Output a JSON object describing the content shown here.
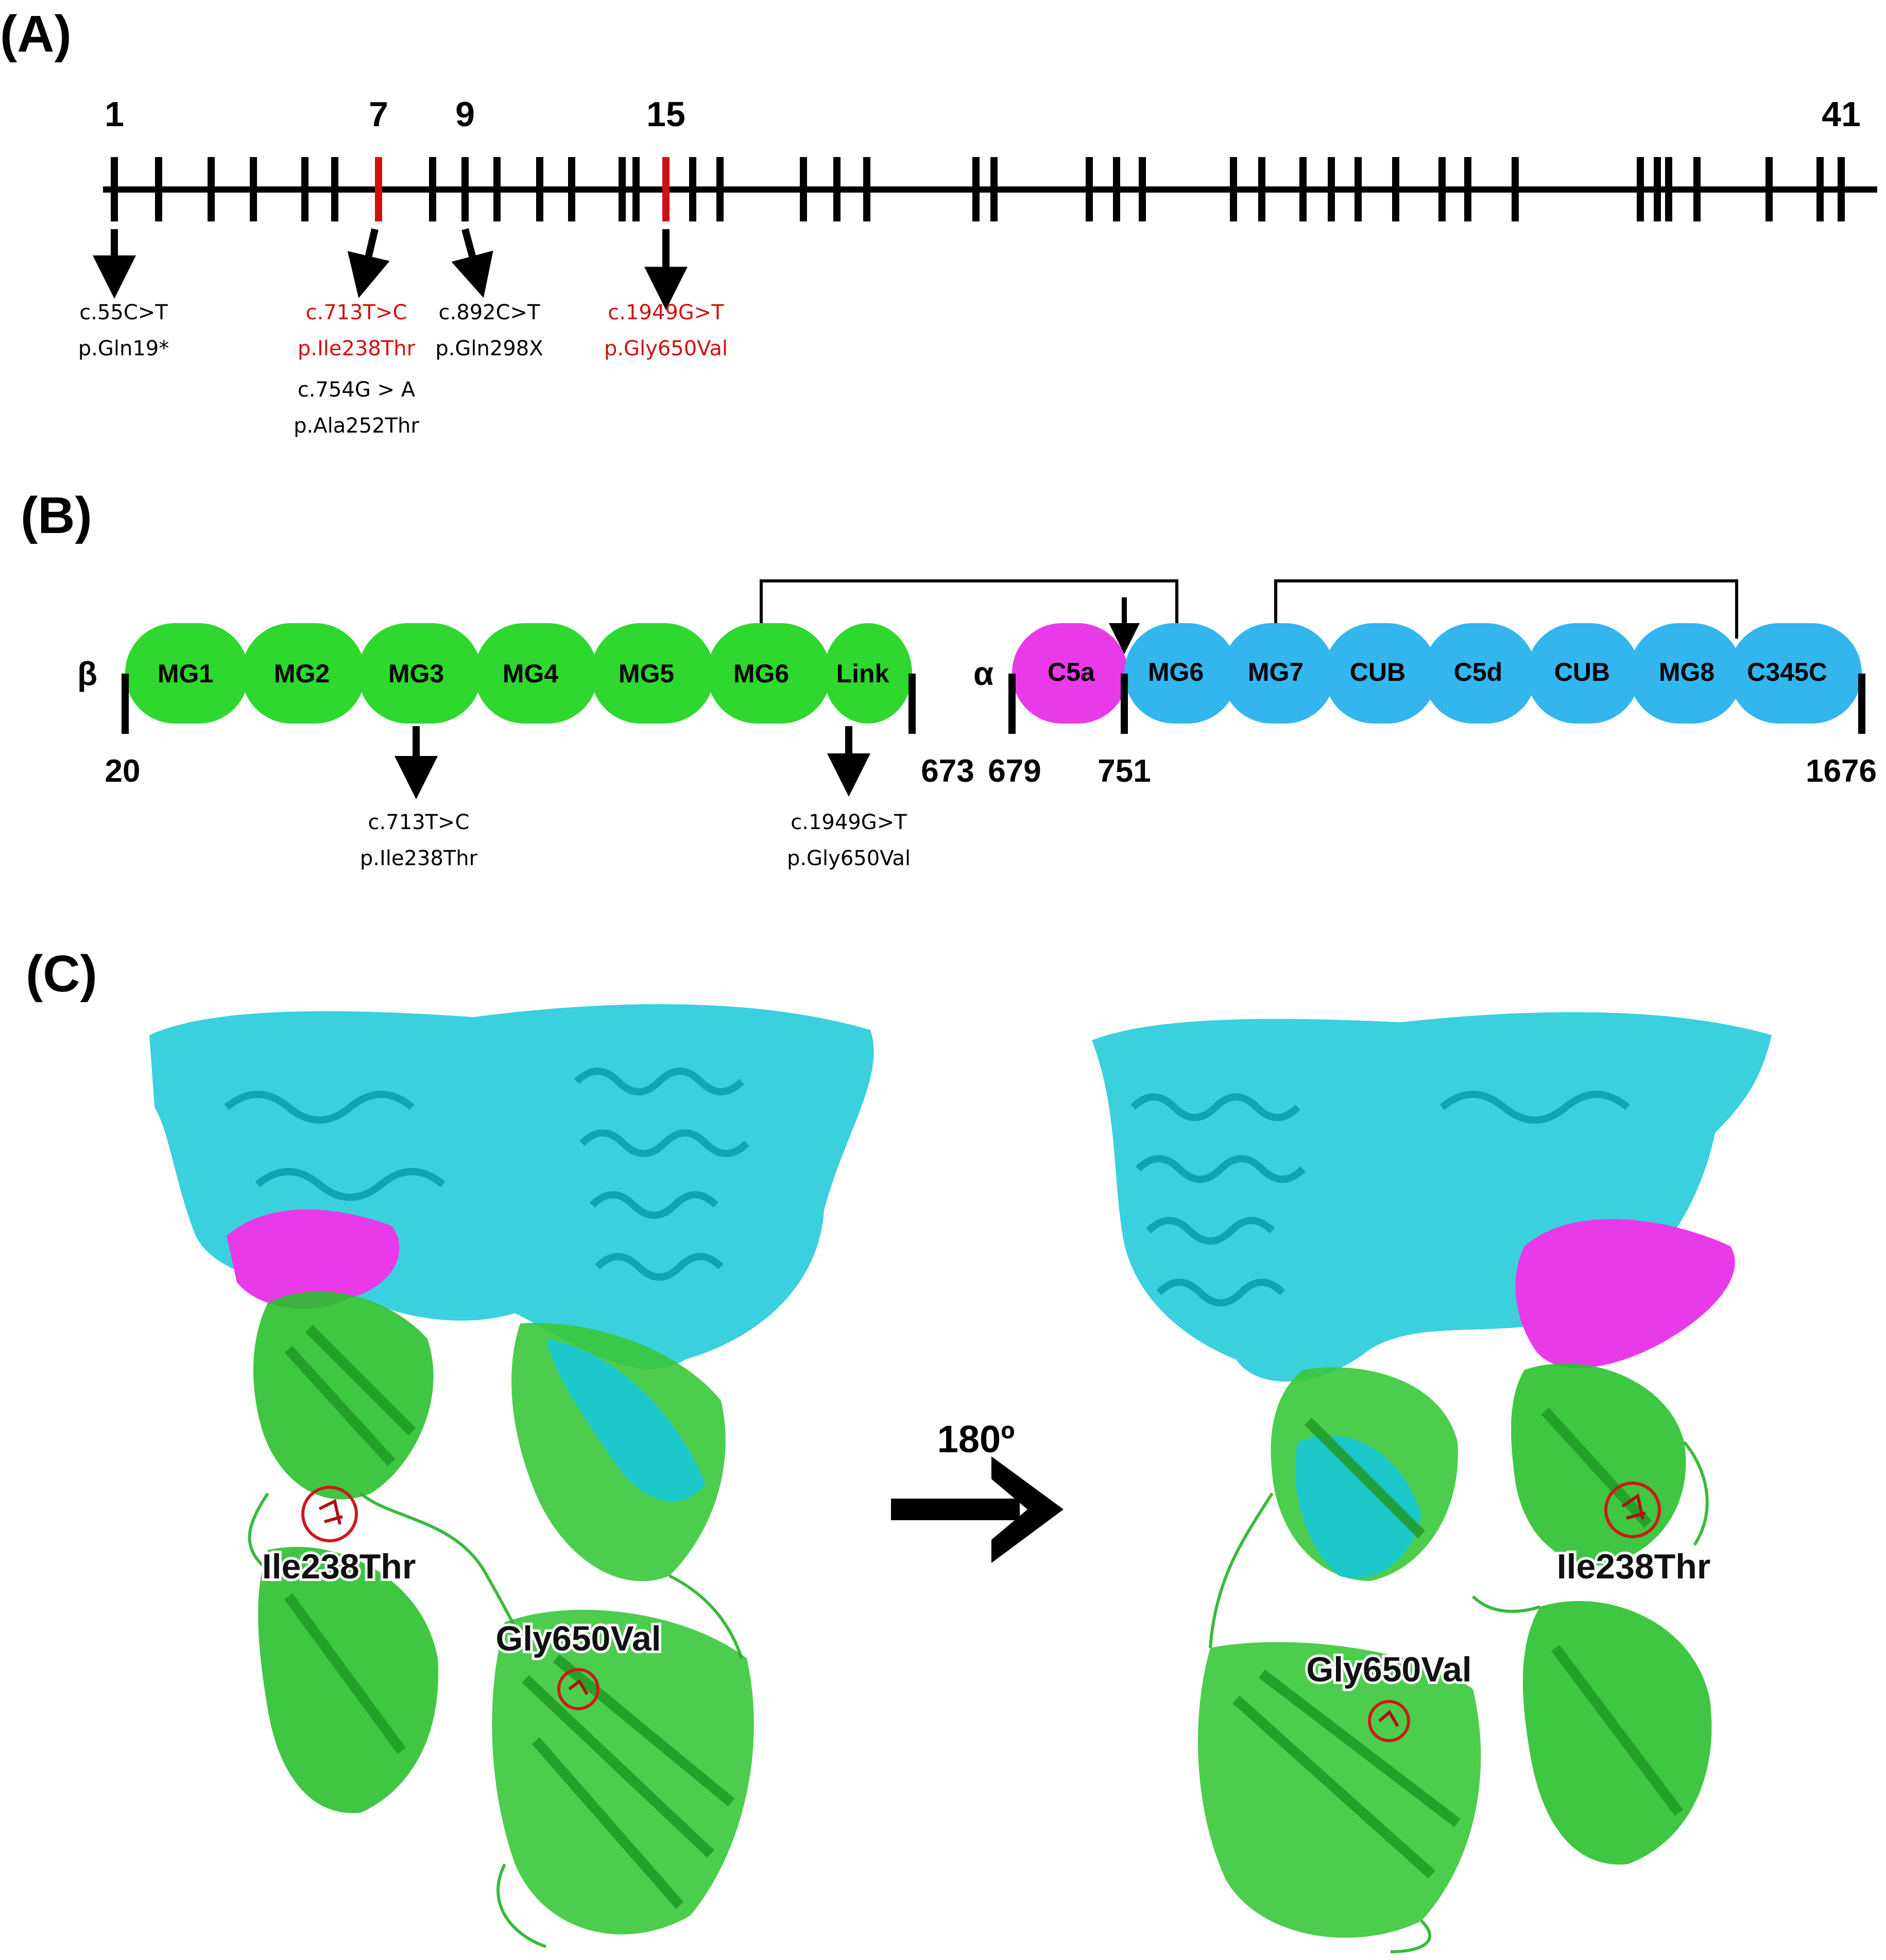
{
  "panels": {
    "a": "(A)",
    "b": "(B)",
    "c": "(C)"
  },
  "colors": {
    "black": "#000000",
    "red": "#d01010",
    "green": "#2ed82e",
    "magenta": "#e83ae8",
    "blue": "#33b5ee",
    "cyan": "#18c8d8",
    "ribbon_green": "#39c83a",
    "dark_green": "#1e9a24",
    "circle_red": "#d01818"
  },
  "gene": {
    "exon_labels": [
      "1",
      "7",
      "9",
      "15",
      "41"
    ],
    "exon_count": 41,
    "highlighted_exons": [
      7,
      15
    ],
    "mutations": [
      {
        "exon": 1,
        "cdna": "c.55C>T",
        "protein": "p.Gln19*",
        "highlight": false
      },
      {
        "exon": 7,
        "cdna": "c.713T>C",
        "protein": "p.Ile238Thr",
        "highlight": true,
        "extra_cdna": "c.754G > A",
        "extra_protein": "p.Ala252Thr"
      },
      {
        "exon": 9,
        "cdna": "c.892C>T",
        "protein": "p.Gln298X",
        "highlight": false
      },
      {
        "exon": 15,
        "cdna": "c.1949G>T",
        "protein": "p.Gly650Val",
        "highlight": true
      }
    ]
  },
  "domains": {
    "beta_label": "β",
    "alpha_label": "α",
    "beta": [
      "MG1",
      "MG2",
      "MG3",
      "MG4",
      "MG5",
      "MG6",
      "Link"
    ],
    "alpha": [
      "C5a",
      "MG6",
      "MG7",
      "CUB",
      "C5d",
      "CUB",
      "MG8",
      "C345C"
    ],
    "positions": [
      "20",
      "673",
      "679",
      "751",
      "1676"
    ],
    "mutations": [
      {
        "domain": "MG3",
        "cdna": "c.713T>C",
        "protein": "p.Ile238Thr"
      },
      {
        "domain": "Link",
        "cdna": "c.1949G>T",
        "protein": "p.Gly650Val"
      }
    ]
  },
  "structure": {
    "rotation_label": "180º",
    "left_labels": [
      "Ile238Thr",
      "Gly650Val"
    ],
    "right_labels": [
      "Ile238Thr",
      "Gly650Val"
    ]
  }
}
